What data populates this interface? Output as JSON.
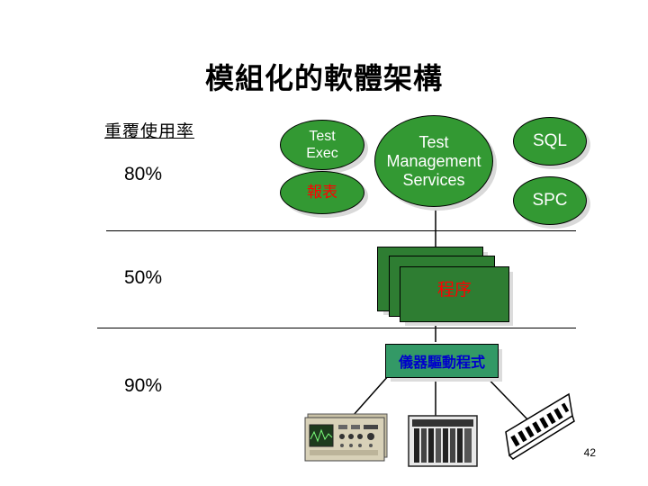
{
  "title": "模組化的軟體架構",
  "reuse": {
    "label": "重覆使用率",
    "rates": [
      "80%",
      "50%",
      "90%"
    ]
  },
  "nodes": {
    "test_exec": "Test\nExec",
    "report": "報表",
    "test_management": "Test\nManagement\nServices",
    "sql": "SQL",
    "spc": "SPC",
    "program": "程序",
    "instrument_driver": "儀器驅動程式"
  },
  "colors": {
    "ellipse_fill": "#339933",
    "white_text": "#ffffff",
    "red_text": "#ff0000",
    "driver_box_fill": "#339966",
    "driver_text": "#0000cc"
  },
  "icons": [
    "oscilloscope-icon",
    "card-cage-icon",
    "plug-in-card-icon"
  ],
  "page_number": "42"
}
